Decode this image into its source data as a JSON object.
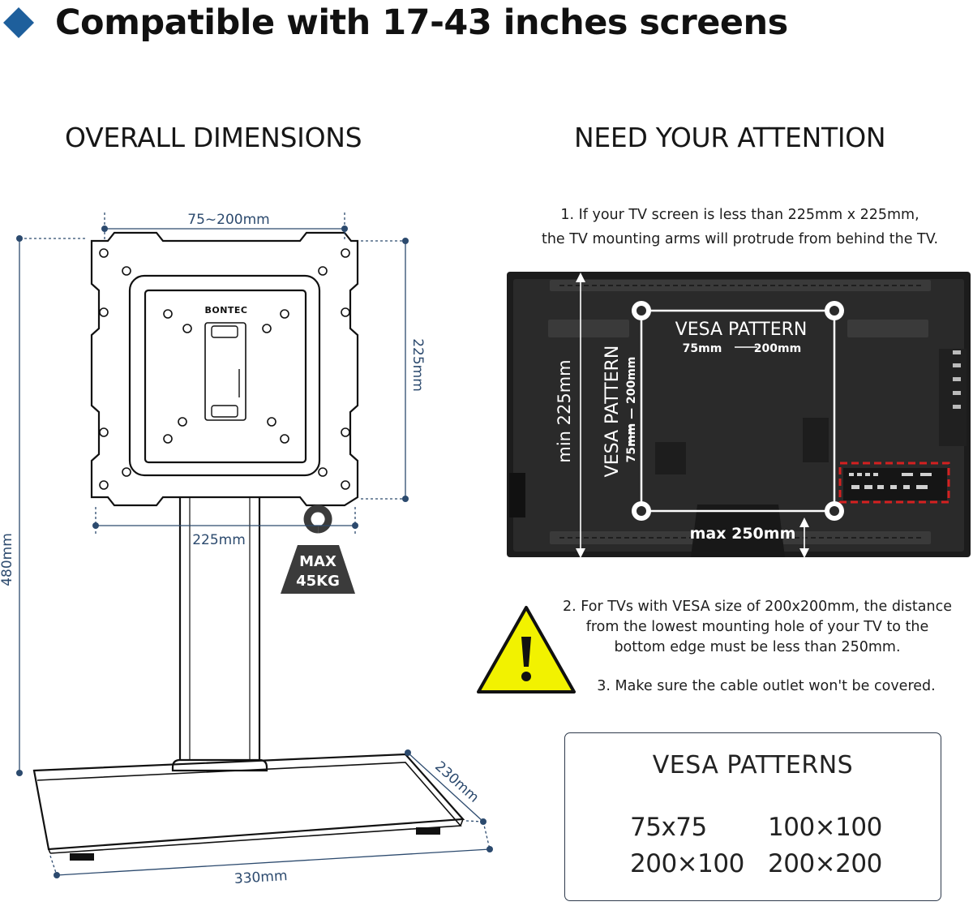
{
  "headline": {
    "text": "Compatible with 17-43 inches screens",
    "icon": "diamond-icon",
    "icon_color": "#1e5f9c"
  },
  "left_section": {
    "title": "OVERALL DIMENSIONS",
    "dimensions": {
      "hole_spacing": "75~200mm",
      "plate_height": "225mm",
      "plate_width": "225mm",
      "total_height": "480mm",
      "base_depth": "230mm",
      "base_width": "330mm"
    },
    "brand": "BONTEC",
    "max_load": {
      "line1": "MAX",
      "line2": "45KG"
    }
  },
  "right_section": {
    "title": "NEED YOUR ATTENTION",
    "note1": {
      "line1": "1. If your TV screen is less than 225mm x 225mm,",
      "line2": "the TV mounting arms will protrude from behind the TV."
    },
    "tv_diagram": {
      "horizontal_label": "VESA PATTERN",
      "horizontal_range_from": "75mm",
      "horizontal_range_to": "200mm",
      "vertical_label": "VESA PATTERN",
      "vertical_range": "75mm — 200mm",
      "min_height": "min 225mm",
      "max_distance": "max 250mm"
    },
    "note2": {
      "line1": "2. For TVs with VESA size of 200x200mm, the distance",
      "line2": "from the lowest mounting hole of your TV to the",
      "line3": "bottom edge must be less than 250mm."
    },
    "note3": "3. Make sure the cable outlet won't be covered.",
    "warning_icon": "warning-triangle-icon",
    "warning_color": "#f2f200",
    "highlight_color": "#d42020"
  },
  "vesa_patterns": {
    "title": "VESA PATTERNS",
    "items": [
      "75x75",
      "100×100",
      "200×100",
      "200×200"
    ]
  },
  "colors": {
    "dimension_line": "#2c4a6e",
    "text": "#111111"
  }
}
